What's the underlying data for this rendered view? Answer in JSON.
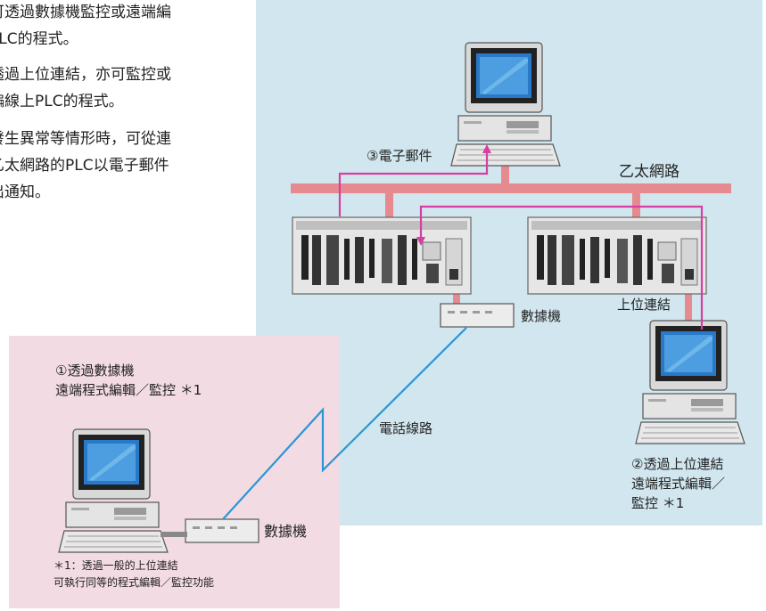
{
  "bullets": [
    {
      "line1": "可透過數據機監控或遠端編",
      "line2": "PLC的程式。"
    },
    {
      "line1": "透過上位連結，亦可監控或",
      "line2": "編線上PLC的程式。"
    },
    {
      "line1": "發生異常等情形時，可從連",
      "line2": "乙太網路的PLC以電子郵件",
      "line3": "出通知。"
    }
  ],
  "labels": {
    "ethernet": "乙太網路",
    "email": "③電子郵件",
    "modem_top": "數據機",
    "host_link": "上位連結",
    "phone_line": "電話線路",
    "remote_modem_title_1": "①透過數據機",
    "remote_modem_title_2": "遠端程式編輯／監控 ＊1",
    "host_link_caption_1": "②透過上位連結",
    "host_link_caption_2": "遠端程式編輯／",
    "host_link_caption_3": "監控 ＊1",
    "modem_bottom": "數據機",
    "footnote_1": "＊1：透過一般的上位連結",
    "footnote_2": "可執行同等的程式編輯／監控功能"
  },
  "colors": {
    "blue_panel": "#d1e6ee",
    "pink_panel": "#f3dbe4",
    "network_line": "#e58a8f",
    "email_path": "#d63fa0",
    "phone_line": "#2a96d6"
  }
}
